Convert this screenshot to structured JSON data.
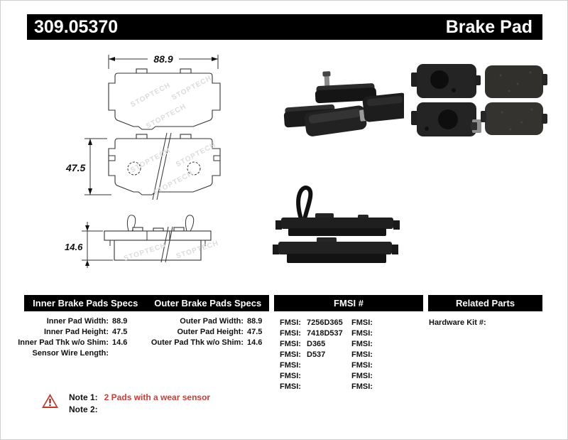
{
  "header": {
    "part_number": "309.05370",
    "product_type": "Brake Pad"
  },
  "drawing": {
    "watermark": "STOPTECH",
    "width_dim": "88.9",
    "height_dim": "47.5",
    "thickness_dim": "14.6"
  },
  "sections": {
    "inner": {
      "title": "Inner Brake Pads Specs",
      "rows": [
        {
          "label": "Inner Pad Width:",
          "value": "88.9"
        },
        {
          "label": "Inner Pad Height:",
          "value": "47.5"
        },
        {
          "label": "Inner Pad Thk w/o Shim:",
          "value": "14.6"
        },
        {
          "label": "Sensor Wire Length:",
          "value": ""
        }
      ]
    },
    "outer": {
      "title": "Outer Brake Pads Specs",
      "rows": [
        {
          "label": "Outer Pad Width:",
          "value": "88.9"
        },
        {
          "label": "Outer Pad Height:",
          "value": "47.5"
        },
        {
          "label": "Outer Pad Thk w/o Shim:",
          "value": "14.6"
        }
      ]
    },
    "fmsi": {
      "title": "FMSI #",
      "label": "FMSI:",
      "col1": [
        "7256D365",
        "7418D537",
        "D365",
        "D537",
        "",
        "",
        ""
      ],
      "col2": [
        "",
        "",
        "",
        "",
        "",
        "",
        ""
      ]
    },
    "related": {
      "title": "Related Parts",
      "rows": [
        {
          "label": "Hardware Kit #:",
          "value": ""
        }
      ]
    }
  },
  "notes": {
    "note1_label": "Note 1:",
    "note1_text": "2 Pads with a wear sensor",
    "note2_label": "Note 2:",
    "note2_text": ""
  },
  "colors": {
    "header_bg": "#000000",
    "header_text": "#ffffff",
    "note_red": "#d23a33",
    "warning_red": "#c0392b"
  }
}
